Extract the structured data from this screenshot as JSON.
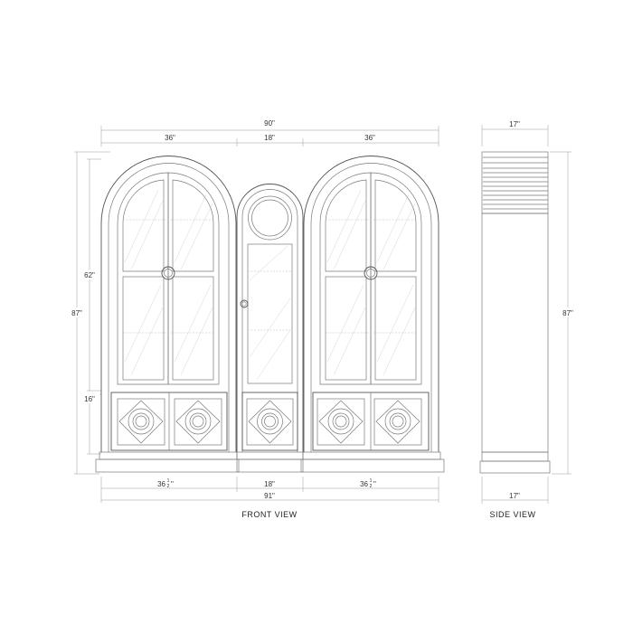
{
  "front_view": {
    "label": "FRONT VIEW",
    "dims": {
      "overall_top": "90\"",
      "left_top": "36\"",
      "center_top": "18\"",
      "right_top": "36\"",
      "height_overall": "87\"",
      "height_upper": "62\"",
      "height_lower": "16\"",
      "left_bottom": "36",
      "center_bottom": "18\"",
      "right_bottom": "36",
      "overall_bottom": "91\"",
      "half_fraction_num": "1",
      "half_fraction_den": "2",
      "inch_mark": "\""
    }
  },
  "side_view": {
    "label": "SIDE VIEW",
    "dims": {
      "depth_top": "17\"",
      "depth_bottom": "17\"",
      "height": "87\""
    }
  }
}
